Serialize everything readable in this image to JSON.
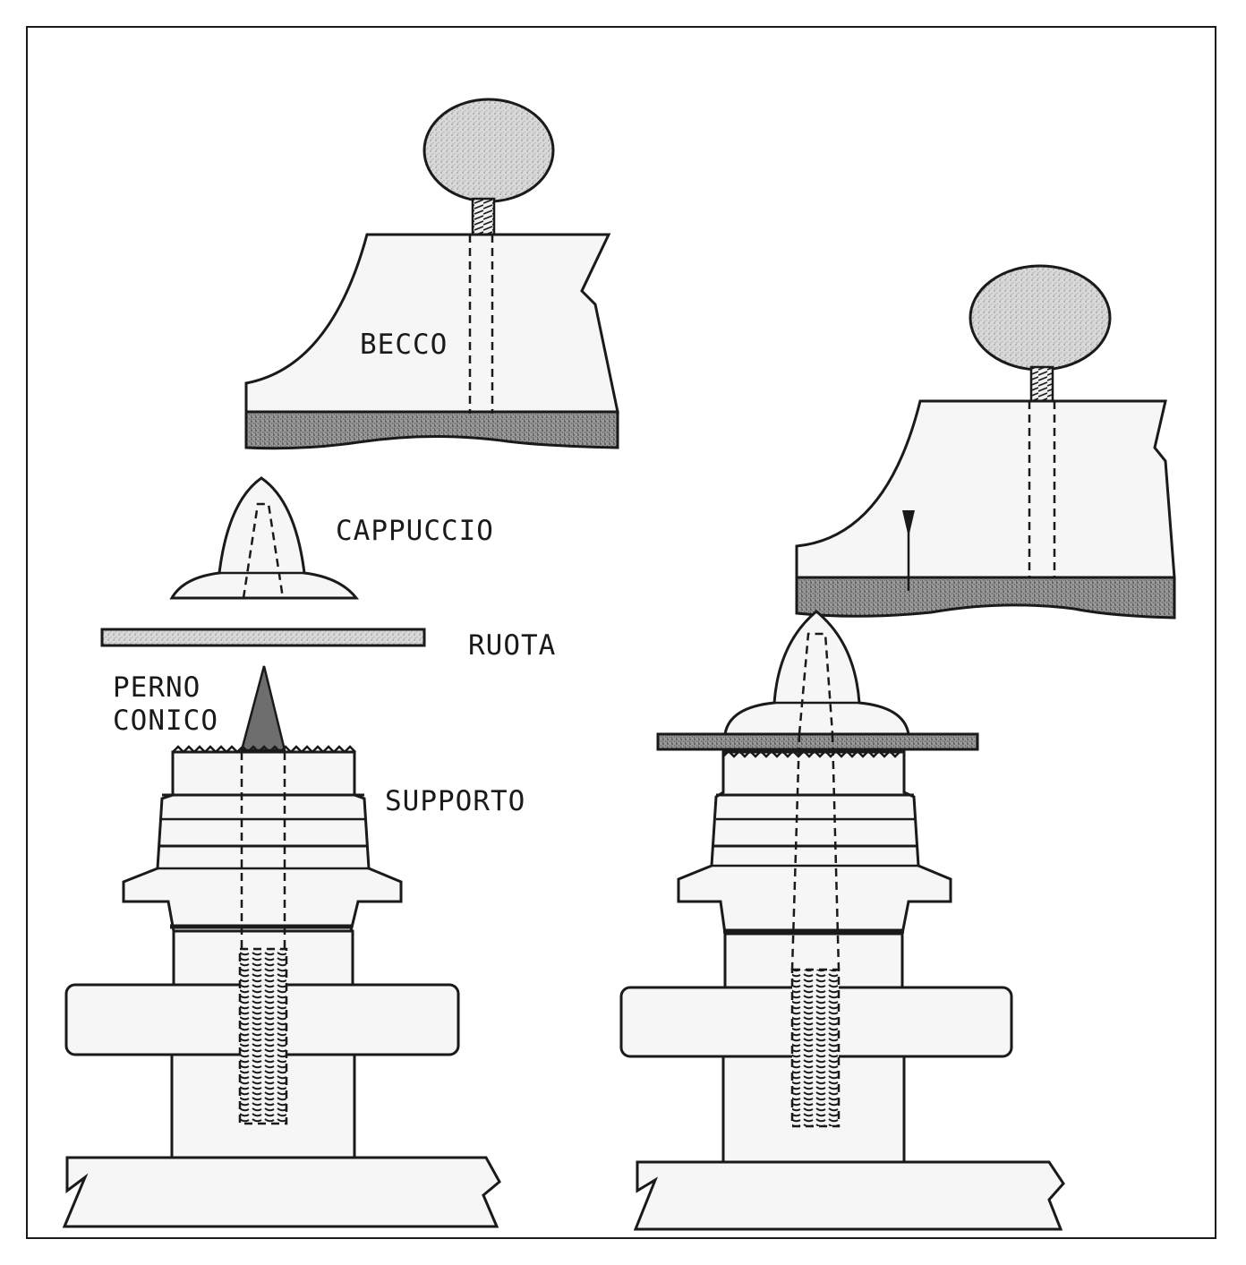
{
  "labels": {
    "becco": "BECCO",
    "cappuccio": "CAPPUCCIO",
    "ruota": "RUOTA",
    "perno_line1": "PERNO",
    "perno_line2": "CONICO",
    "supporto": "SUPPORTO"
  },
  "colors": {
    "ink": "#1a1a1a",
    "stipple_light": "#cfcfcf",
    "stipple_dark": "#8a8a8a",
    "cone_fill": "#6e6e6e",
    "background": "#ffffff"
  }
}
